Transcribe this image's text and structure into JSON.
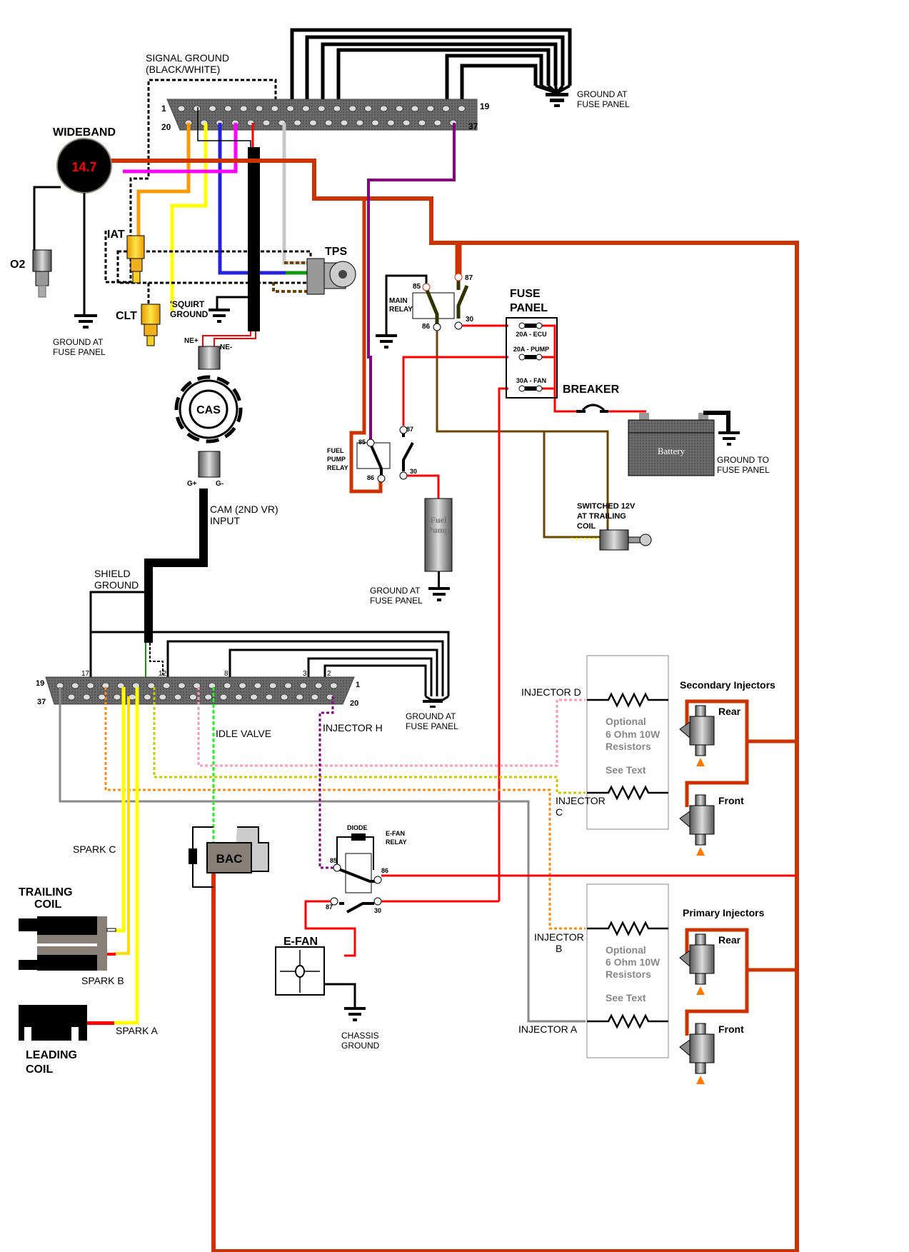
{
  "top_connector": {
    "pin_labels": {
      "p1": "1",
      "p19": "19",
      "p20": "20",
      "p37": "37"
    },
    "signal_ground": [
      "SIGNAL GROUND",
      "(BLACK/WHITE)"
    ],
    "ground_at_fuse_panel": [
      "GROUND AT",
      "FUSE PANEL"
    ]
  },
  "wideband": {
    "title": "WIDEBAND",
    "reading": "14.7"
  },
  "sensors": {
    "o2": "O2",
    "iat": "IAT",
    "clt": "CLT",
    "tps": "TPS",
    "squirt_ground": [
      "'SQUIRT",
      "GROUND"
    ],
    "ground_at_fuse_panel": [
      "GROUND AT",
      "FUSE PANEL"
    ]
  },
  "cas": {
    "label": "CAS",
    "ne_plus": "NE+",
    "ne_minus": "NE-",
    "g_plus": "G+",
    "g_minus": "G-",
    "cam_input": [
      "CAM (2ND VR)",
      "INPUT"
    ]
  },
  "main_relay": {
    "label": [
      "MAIN",
      "RELAY"
    ],
    "pins": {
      "p85": "85",
      "p86": "86",
      "p87": "87",
      "p30": "30"
    }
  },
  "fuse_panel": {
    "title": [
      "FUSE",
      "PANEL"
    ],
    "fuses": [
      "20A - ECU",
      "20A - PUMP",
      "30A - FAN"
    ]
  },
  "breaker": {
    "label": "BREAKER"
  },
  "battery": {
    "label": "Battery",
    "ground": [
      "GROUND TO",
      "FUSE PANEL"
    ]
  },
  "fuel_pump_relay": {
    "label": [
      "FUEL",
      "PUMP",
      "RELAY"
    ],
    "pins": {
      "p85": "85",
      "p86": "86",
      "p87": "87",
      "p30": "30"
    }
  },
  "fuel_pump": {
    "label": [
      "Fuel",
      "Pump"
    ],
    "ground": [
      "GROUND AT",
      "FUSE PANEL"
    ]
  },
  "switched_12v": [
    "SWITCHED 12V",
    "AT TRAILING",
    "COIL"
  ],
  "bottom_connector": {
    "shield_ground": [
      "SHIELD",
      "GROUND"
    ],
    "pin_labels": {
      "p19": "19",
      "p37": "37",
      "p17": "17",
      "p12": "12",
      "p8": "8",
      "p3": "3",
      "p2": "2",
      "p1": "1",
      "p20": "20"
    },
    "ground_at_fuse_panel": [
      "GROUND AT",
      "FUSE PANEL"
    ],
    "idle_valve": "IDLE VALVE",
    "injector_h": "INJECTOR H"
  },
  "injectors": {
    "secondary_title": "Secondary Injectors",
    "primary_title": "Primary Injectors",
    "injector_d": "INJECTOR D",
    "injector_c": [
      "INJECTOR",
      "C"
    ],
    "injector_b": [
      "INJECTOR",
      "B"
    ],
    "injector_a": "INJECTOR A",
    "rear": "Rear",
    "front": "Front",
    "resistor_note": [
      "Optional",
      "6 Ohm 10W",
      "Resistors"
    ],
    "see_text": "See Text"
  },
  "efan_relay": {
    "diode": "DIODE",
    "label": [
      "E-FAN",
      "RELAY"
    ],
    "pins": {
      "p85": "85",
      "p86": "86",
      "p87": "87",
      "p30": "30"
    }
  },
  "efan": {
    "label": "E-FAN",
    "ground": [
      "CHASSIS",
      "GROUND"
    ]
  },
  "bac": {
    "label": "BAC"
  },
  "coils": {
    "trailing": [
      "TRAILING",
      "COIL"
    ],
    "leading": [
      "LEADING",
      "COIL"
    ],
    "spark_a": "SPARK A",
    "spark_b": "SPARK B",
    "spark_c": "SPARK C"
  },
  "colors": {
    "power": "#cc3300",
    "fused": "#ff0000",
    "purple": "#800080",
    "brown": "#6b4400"
  }
}
